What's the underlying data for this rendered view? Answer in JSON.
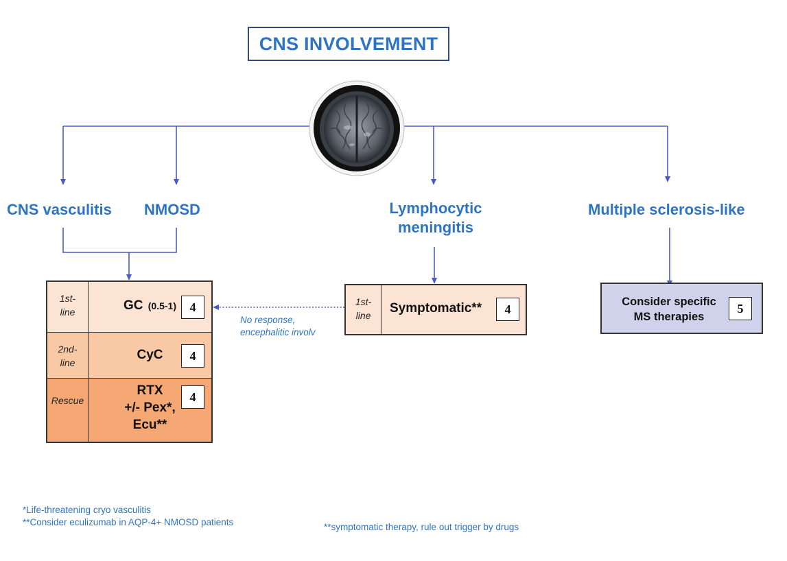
{
  "title": "CNS INVOLVEMENT",
  "categories": {
    "cns_vasculitis": "CNS vasculitis",
    "nmosd": "NMOSD",
    "lymphocytic_meningitis_line1": "Lymphocytic",
    "lymphocytic_meningitis_line2": "meningitis",
    "ms_like": "Multiple sclerosis-like"
  },
  "vasculitis_table": {
    "rows": [
      {
        "line_label_1": "1st-",
        "line_label_2": "line",
        "therapy": "GC",
        "therapy_small": "(0.5-1)",
        "evidence": "4",
        "color": "#fce4d4"
      },
      {
        "line_label_1": "2nd-",
        "line_label_2": "line",
        "therapy": "CyC",
        "evidence": "4",
        "color": "#f9c9a6"
      },
      {
        "line_label_1": "Rescue",
        "therapy_1": "RTX",
        "therapy_2": "+/- Pex*,",
        "therapy_3": "Ecu**",
        "evidence": "4",
        "color": "#f5a874"
      }
    ]
  },
  "meningitis_table": {
    "line_label_1": "1st-",
    "line_label_2": "line",
    "therapy": "Symptomatic**",
    "evidence": "4",
    "color": "#fce4d4"
  },
  "ms_box": {
    "text_1": "Consider specific",
    "text_2": "MS therapies",
    "evidence": "5",
    "color": "#cfd2ea"
  },
  "arrow_note": {
    "line_1": "No response,",
    "line_2": "encephalitic involv"
  },
  "footnotes": {
    "left_1": "*Life-threatening cryo vasculitis",
    "left_2": "**Consider eculizumab in AQP-4+ NMOSD patients",
    "right": "**symptomatic therapy, rule out trigger by drugs"
  },
  "colors": {
    "accent_text": "#2e74c4",
    "connector": "#4a5bc4",
    "title_border": "#2f4b87"
  }
}
